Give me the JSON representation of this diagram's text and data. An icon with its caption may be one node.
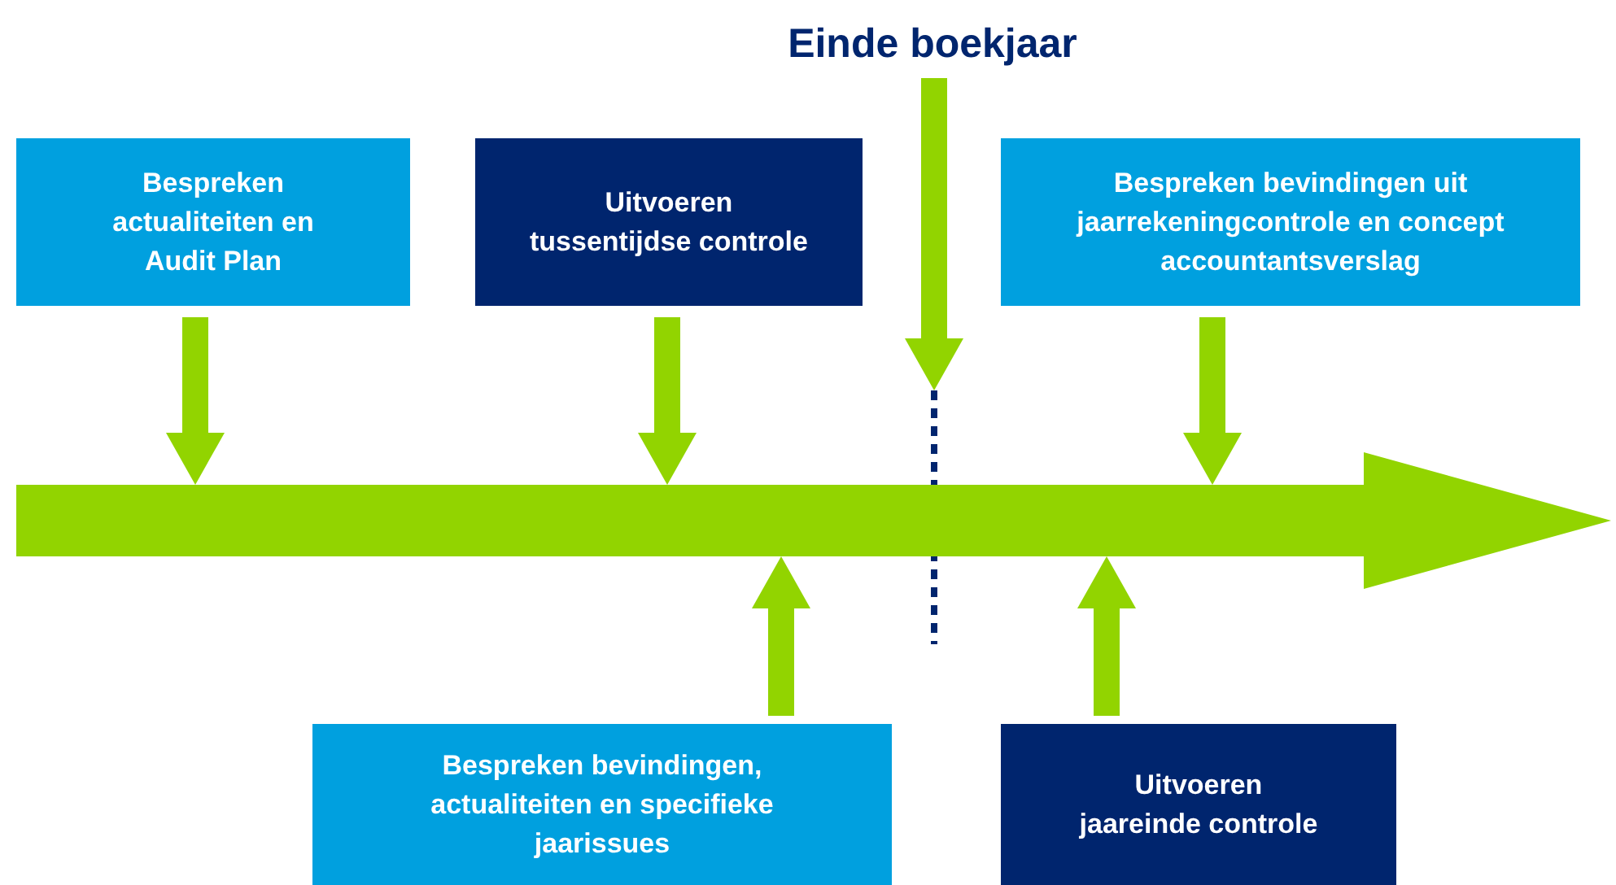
{
  "diagram": {
    "nodes": [
      {
        "text": [
          "Bespreken actualiteiten en Audit Plan"
        ]
      },
      {
        "text": [
          "Uitvoeren tussentijdse controle"
        ]
      },
      {
        "text": [
          "Einde boekjaar"
        ]
      },
      {
        "text": [
          "Bespreken bevindingen uit jaarrekeningcontrole en concept accountantsverslag"
        ]
      },
      {
        "text": [],
        "shape": "line"
      },
      {
        "text": [],
        "shape": "arrow"
      },
      {
        "text": [
          "Bespreken bevindingen, actualiteiten en specifieke jaarissues"
        ]
      },
      {
        "text": [
          "Uitvoeren jaareinde controle"
        ]
      }
    ],
    "edges": [
      {
        "from": 0,
        "to": 5,
        "arrow": "to"
      },
      {
        "from": 1,
        "to": 5,
        "arrow": "to"
      },
      {
        "from": 2,
        "to": 4,
        "arrow": "to"
      },
      {
        "from": 3,
        "to": 5,
        "arrow": "to"
      },
      {
        "from": 6,
        "to": 5,
        "arrow": "to"
      },
      {
        "from": 7,
        "to": 5,
        "arrow": "to"
      }
    ]
  }
}
